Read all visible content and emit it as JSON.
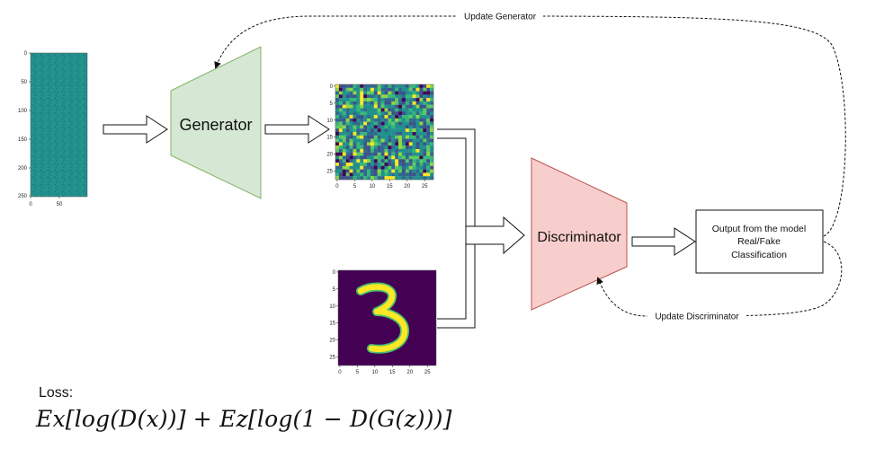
{
  "diagram": {
    "generator_label": "Generator",
    "discriminator_label": "Discriminator",
    "output_box": {
      "line1": "Output from the model",
      "line2": "Real/Fake",
      "line3": "Classification"
    },
    "update_generator_label": "Update Generator",
    "update_discriminator_label": "Update Discriminator"
  },
  "noise_plot": {
    "y_ticks": [
      "0",
      "50",
      "100",
      "150",
      "200",
      "250"
    ],
    "x_ticks": [
      "0",
      "50"
    ]
  },
  "generated_plot": {
    "y_ticks": [
      "0",
      "5",
      "10",
      "15",
      "20",
      "25"
    ],
    "x_ticks": [
      "0",
      "5",
      "10",
      "15",
      "20",
      "25"
    ]
  },
  "real_plot": {
    "y_ticks": [
      "0",
      "5",
      "10",
      "15",
      "20",
      "25"
    ],
    "x_ticks": [
      "0",
      "5",
      "10",
      "15",
      "20",
      "25"
    ]
  },
  "loss": {
    "label": "Loss:",
    "formula": "Ex[log(D(x))] + Ez[log(1 − D(G(z)))]"
  },
  "colors": {
    "generator_fill": "#d5e8d4",
    "generator_stroke": "#82b366",
    "discriminator_fill": "#f8cecc",
    "discriminator_stroke": "#b85450",
    "noise_base": "#1f8c8a",
    "viridis_dark": "#440154",
    "viridis_yellow": "#fde725"
  }
}
